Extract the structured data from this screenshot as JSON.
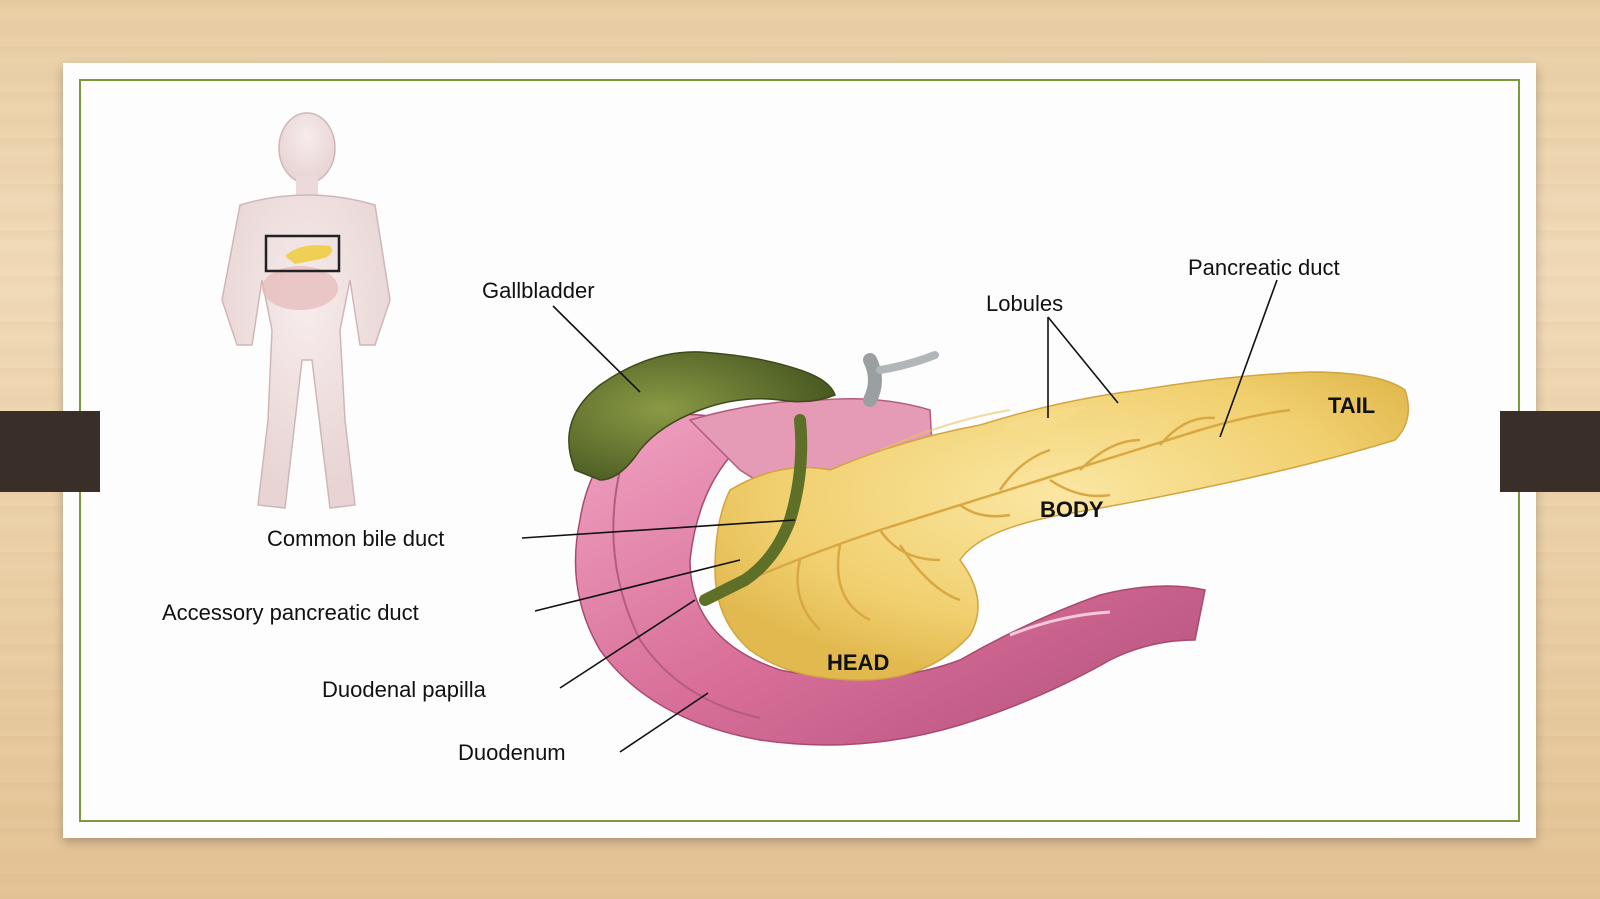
{
  "labels": {
    "gallbladder": "Gallbladder",
    "common_bile_duct": "Common bile duct",
    "accessory_pancreatic_duct": "Accessory pancreatic duct",
    "duodenal_papilla": "Duodenal papilla",
    "duodenum": "Duodenum",
    "lobules": "Lobules",
    "pancreatic_duct": "Pancreatic duct"
  },
  "regions": {
    "head": "HEAD",
    "body": "BODY",
    "tail": "TAIL"
  },
  "colors": {
    "frame": "#7c9a3a",
    "tab": "#3a2f28",
    "pancreas": "#f2d27a",
    "duodenum": "#d9709a",
    "gallbladder": "#5a6b2a"
  }
}
